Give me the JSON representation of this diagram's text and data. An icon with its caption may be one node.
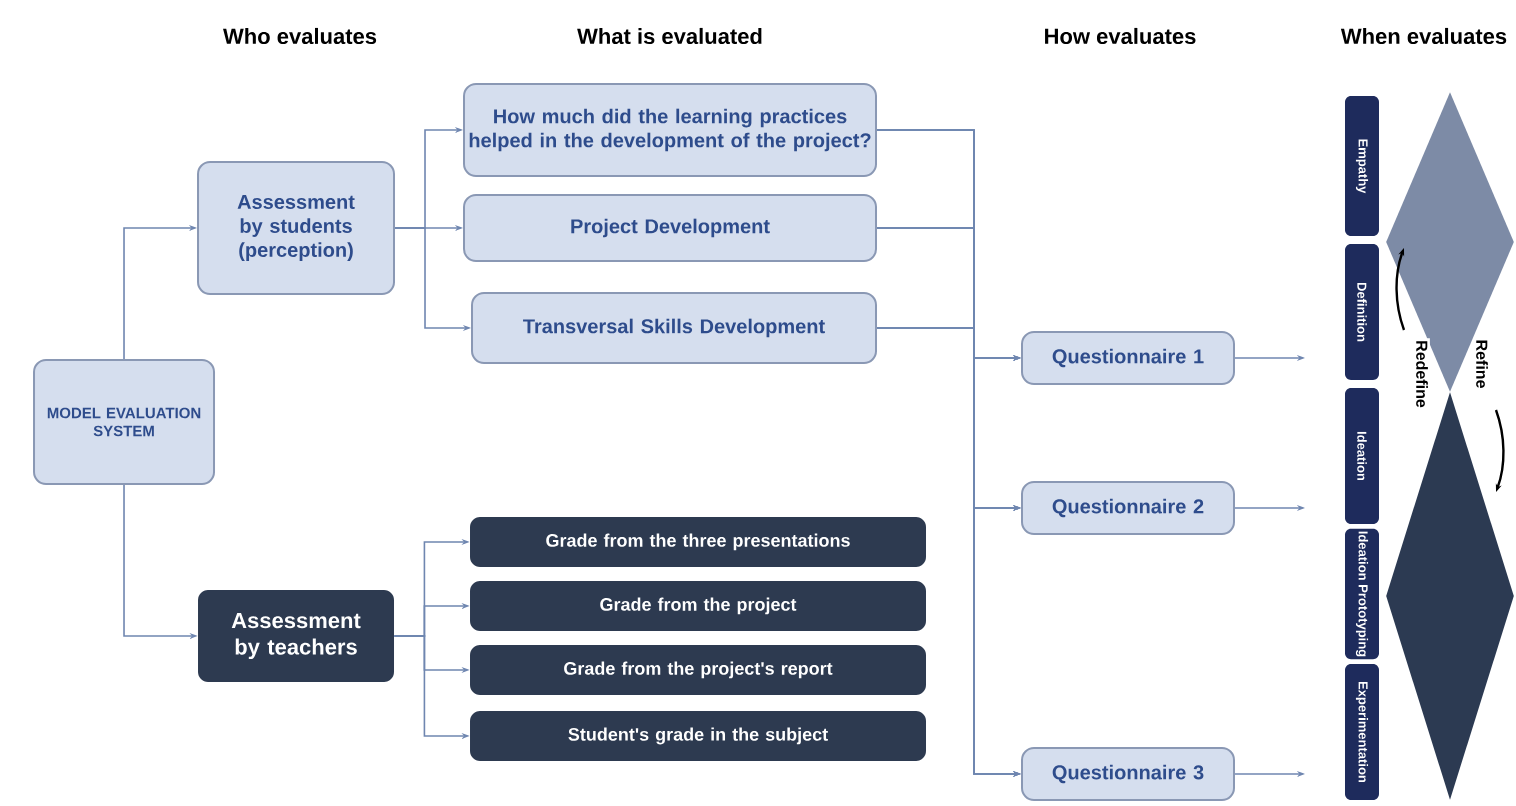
{
  "diagram": {
    "nodes": [
      {
        "text": [
          "MODEL EVALUATION SYSTEM"
        ]
      },
      {
        "text": [
          "Assessment by students (perception)"
        ]
      },
      {
        "text": [
          "Assessment by teachers"
        ]
      },
      {
        "text": [
          "How much did the learning practices helped in the development of the project?"
        ]
      },
      {
        "text": [
          "Project Development"
        ]
      },
      {
        "text": [
          "Transversal Skills Development"
        ]
      },
      {
        "text": [
          "Grade from the three presentations"
        ]
      },
      {
        "text": [
          "Grade from the project"
        ]
      },
      {
        "text": [
          "Grade from the project's report"
        ]
      },
      {
        "text": [
          "Student's grade in the subject"
        ]
      },
      {
        "text": [
          "Questionnaire 1"
        ]
      },
      {
        "text": [
          "Questionnaire 2"
        ]
      },
      {
        "text": [
          "Questionnaire 3"
        ]
      },
      {
        "text": [
          "Empathy"
        ]
      },
      {
        "text": [
          "Definition"
        ]
      },
      {
        "text": [
          "Ideation"
        ]
      },
      {
        "text": [
          "Ideation Prototyping"
        ]
      },
      {
        "text": [
          "Experimentation"
        ]
      },
      {
        "text": [],
        "shape": "diamond"
      },
      {
        "text": [],
        "shape": "diamond"
      }
    ],
    "edges": [
      {
        "from": 0,
        "to": 1,
        "arrow": "to"
      },
      {
        "from": 0,
        "to": 2,
        "arrow": "to"
      },
      {
        "from": 1,
        "to": 3,
        "arrow": "to"
      },
      {
        "from": 1,
        "to": 4,
        "arrow": "to"
      },
      {
        "from": 1,
        "to": 5,
        "arrow": "to"
      },
      {
        "from": 2,
        "to": 6,
        "arrow": "to"
      },
      {
        "from": 2,
        "to": 7,
        "arrow": "to"
      },
      {
        "from": 2,
        "to": 8,
        "arrow": "to"
      },
      {
        "from": 2,
        "to": 9,
        "arrow": "to"
      },
      {
        "from": 3,
        "to": 10,
        "arrow": "to"
      },
      {
        "from": 3,
        "to": 11,
        "arrow": "to"
      },
      {
        "from": 3,
        "to": 12,
        "arrow": "to"
      },
      {
        "from": 4,
        "to": 10,
        "arrow": "to"
      },
      {
        "from": 4,
        "to": 11,
        "arrow": "to"
      },
      {
        "from": 4,
        "to": 12,
        "arrow": "to"
      },
      {
        "from": 5,
        "to": 10,
        "arrow": "to"
      },
      {
        "from": 5,
        "to": 11,
        "arrow": "to"
      },
      {
        "from": 5,
        "to": 12,
        "arrow": "to"
      },
      {
        "from": 10,
        "to": null,
        "arrow": "to"
      },
      {
        "from": 11,
        "to": null,
        "arrow": "to"
      },
      {
        "from": 12,
        "to": null,
        "arrow": "to"
      }
    ],
    "labels": [
      "Who evaluates",
      "What is evaluated",
      "How evaluates",
      "When evaluates",
      "Redefine",
      "Refine"
    ]
  }
}
